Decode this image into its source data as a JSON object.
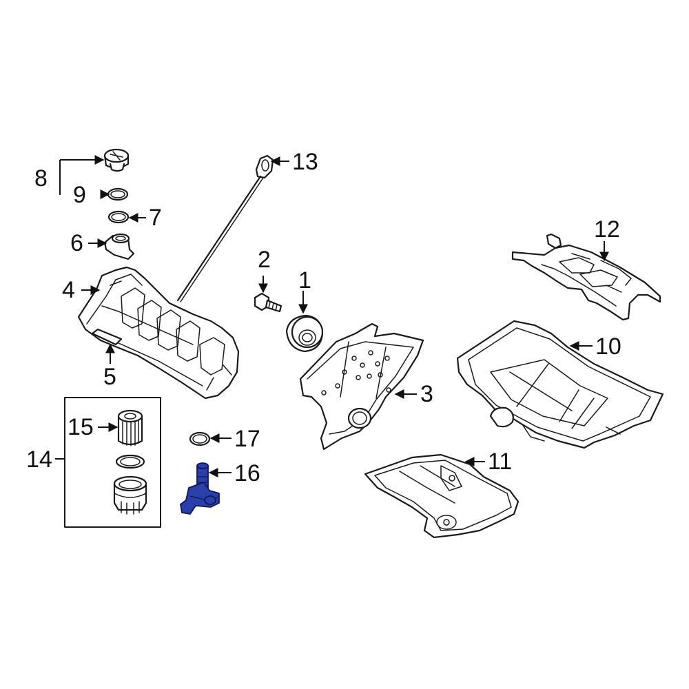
{
  "diagram": {
    "highlight_color": "#2b3fa8",
    "callouts": {
      "c1": "1",
      "c2": "2",
      "c3": "3",
      "c4": "4",
      "c5": "5",
      "c6": "6",
      "c7": "7",
      "c8": "8",
      "c9": "9",
      "c10": "10",
      "c11": "11",
      "c12": "12",
      "c13": "13",
      "c14": "14",
      "c15": "15",
      "c16": "16",
      "c17": "17"
    }
  }
}
